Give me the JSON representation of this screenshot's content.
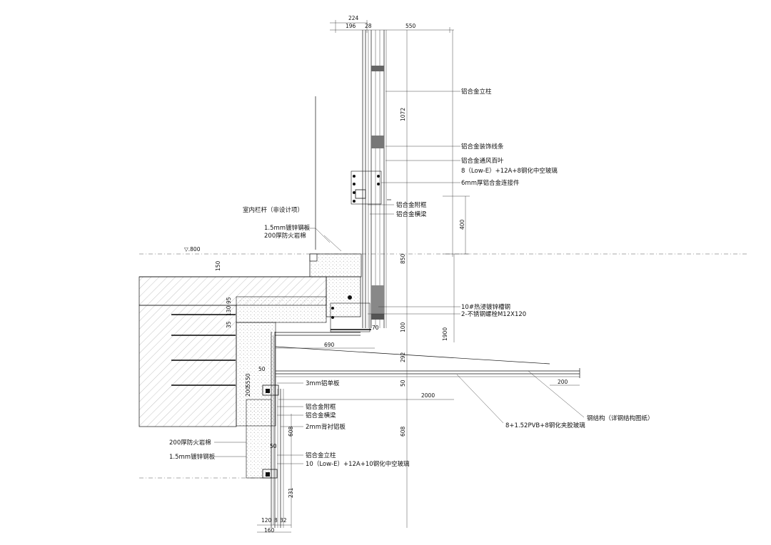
{
  "labels": {
    "mullion_upper": "铝合金立柱",
    "deco_strip": "铝合金装饰线条",
    "louver": "铝合金通风百叶",
    "igu_upper": "8（Low-E）+12A+8钢化中空玻璃",
    "connector": "6mm厚铝合金连接件",
    "sub_frame_upper": "铝合金附框",
    "transom_upper": "铝合金横梁",
    "railing": "室内栏杆（非设计项）",
    "steel_plate_upper": "1.5mm镀锌钢板",
    "rockwool_upper": "200厚防火岩棉",
    "channel": "10#热浸镀锌槽钢",
    "bolt": "2-不锈钢螺栓M12X120",
    "al_panel": "3mm铝单板",
    "sub_frame_lower": "铝合金附框",
    "transom_lower": "铝合金横梁",
    "backing": "2mm背衬铝板",
    "rockwool_lower": "200厚防火岩棉",
    "steel_plate_lower": "1.5mm镀锌钢板",
    "mullion_lower": "铝合金立柱",
    "igu_lower": "10（Low-E）+12A+10钢化中空玻璃",
    "laminated": "8+1.52PVB+8钢化夹胶玻璃",
    "steel_struct": "钢结构（详钢结构图纸）",
    "level": "▽.800"
  },
  "dims": {
    "d224": "224",
    "d196": "196",
    "d28": "28",
    "d550": "550",
    "d1072": "1072",
    "d400": "400",
    "d850": "850",
    "d150": "150",
    "d100": "100",
    "d70": "70",
    "d1900": "1900",
    "d690": "690",
    "d292": "292",
    "d50a": "50",
    "d50b": "50",
    "d200": "200",
    "d2000": "2000",
    "d608a": "608",
    "d608b": "608",
    "d50c": "50",
    "d231": "231",
    "d120": "120",
    "d8": "8",
    "d32": "32",
    "d160": "160",
    "d130": "130",
    "d95": "95",
    "d35": "35",
    "d55": "55",
    "d200b": "200",
    "d50d": "50"
  },
  "colors": {
    "line": "#111111",
    "hatch": "#777777",
    "fill_dark": "#888888"
  }
}
